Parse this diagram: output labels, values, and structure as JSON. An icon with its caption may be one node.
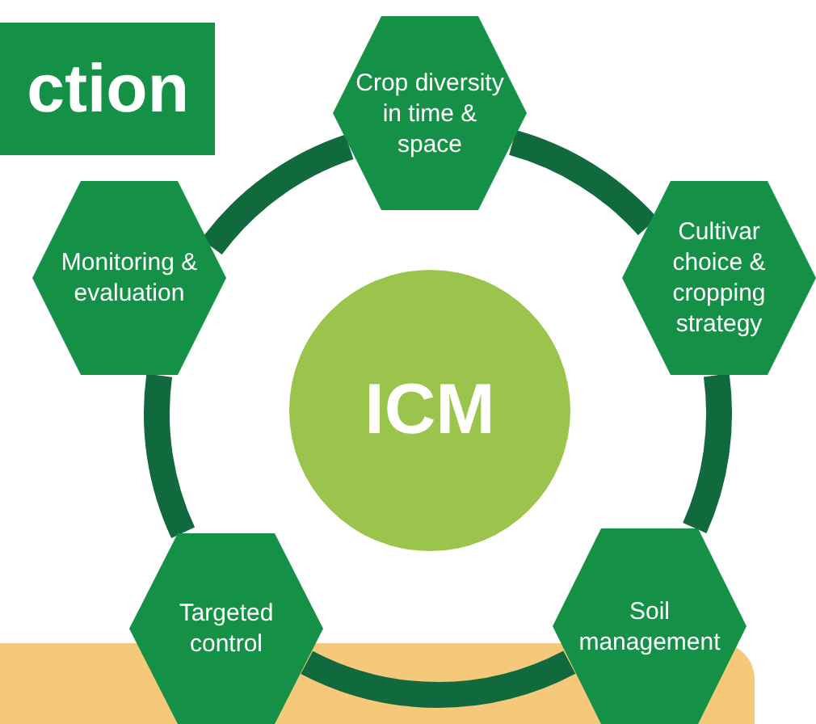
{
  "diagram": {
    "nodes": [
      {
        "text": [
          "ction"
        ]
      },
      {
        "text": [
          "Crop diversity in time & space"
        ]
      },
      {
        "text": [
          "Monitoring & evaluation"
        ]
      },
      {
        "text": [
          "Cultivar choice & cropping strategy"
        ]
      },
      {
        "text": [
          "ICM"
        ]
      },
      {
        "text": [
          "Targeted control"
        ]
      },
      {
        "text": [
          "Soil management"
        ]
      }
    ],
    "edges": [
      {
        "from": 1,
        "to": 3,
        "arrow": "none"
      },
      {
        "from": 3,
        "to": 6,
        "arrow": "none"
      },
      {
        "from": 6,
        "to": 5,
        "arrow": "none"
      },
      {
        "from": 5,
        "to": 2,
        "arrow": "none"
      },
      {
        "from": 2,
        "to": 1,
        "arrow": "none"
      }
    ]
  }
}
